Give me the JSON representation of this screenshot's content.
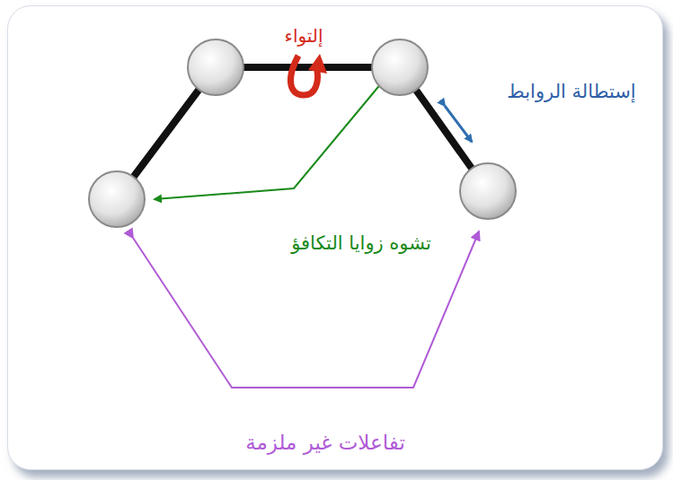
{
  "diagram": {
    "labels": [
      "إلتواء",
      "إستطالة الروابط",
      "تشوه زوايا التكافؤ",
      "تفاعلات غير ملزمة"
    ]
  }
}
